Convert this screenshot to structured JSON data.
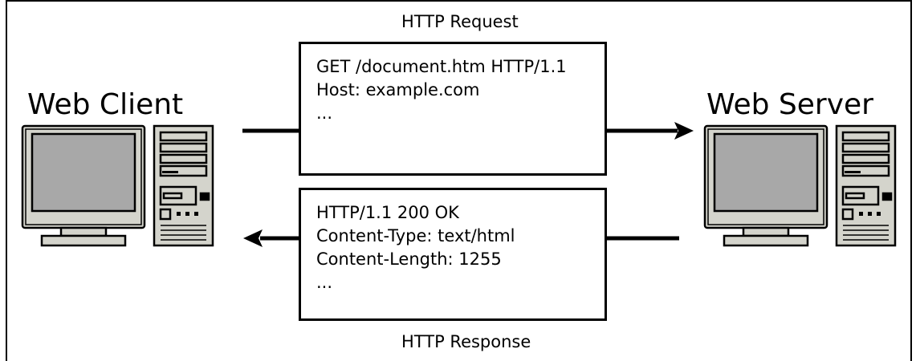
{
  "request": {
    "caption": "HTTP Request",
    "lines": [
      "GET /document.htm HTTP/1.1",
      "Host: example.com",
      "..."
    ]
  },
  "response": {
    "caption": "HTTP Response",
    "lines": [
      "HTTP/1.1 200 OK",
      "Content-Type: text/html",
      "Content-Length: 1255",
      "..."
    ]
  },
  "client": {
    "label": "Web Client",
    "icon": "desktop-computer-icon"
  },
  "server": {
    "label": "Web Server",
    "icon": "desktop-computer-icon"
  },
  "colors": {
    "line": "#000000",
    "screen": "#a8a8a8",
    "device": "#d4d4cc",
    "background": "#ffffff"
  }
}
